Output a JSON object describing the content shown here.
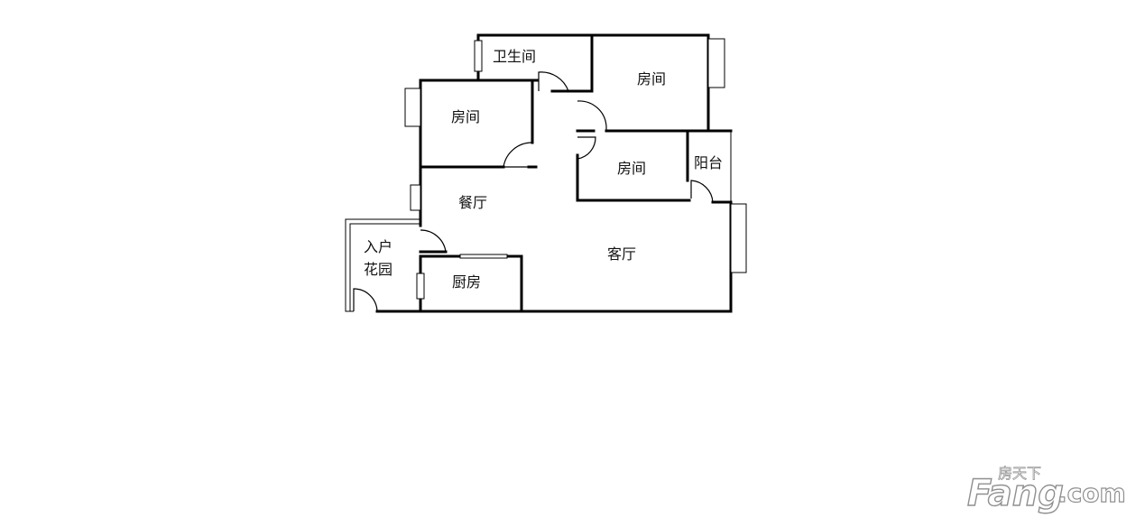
{
  "rooms": {
    "bathroom": "卫生间",
    "bedroom_top_right": "房间",
    "bedroom_left": "房间",
    "bedroom_middle": "房间",
    "balcony": "阳台",
    "dining_room": "餐厅",
    "entrance_garden_line1": "入户",
    "entrance_garden_line2": "花园",
    "kitchen": "厨房",
    "living_room": "客厅"
  },
  "watermark": {
    "brand_cn": "房天下",
    "brand_main": "Fang",
    "brand_com": ".com"
  },
  "colors": {
    "wall": "#000000",
    "window_fill": "#ffffff",
    "background": "#ffffff",
    "watermark_stroke": "#8f8f8f"
  }
}
